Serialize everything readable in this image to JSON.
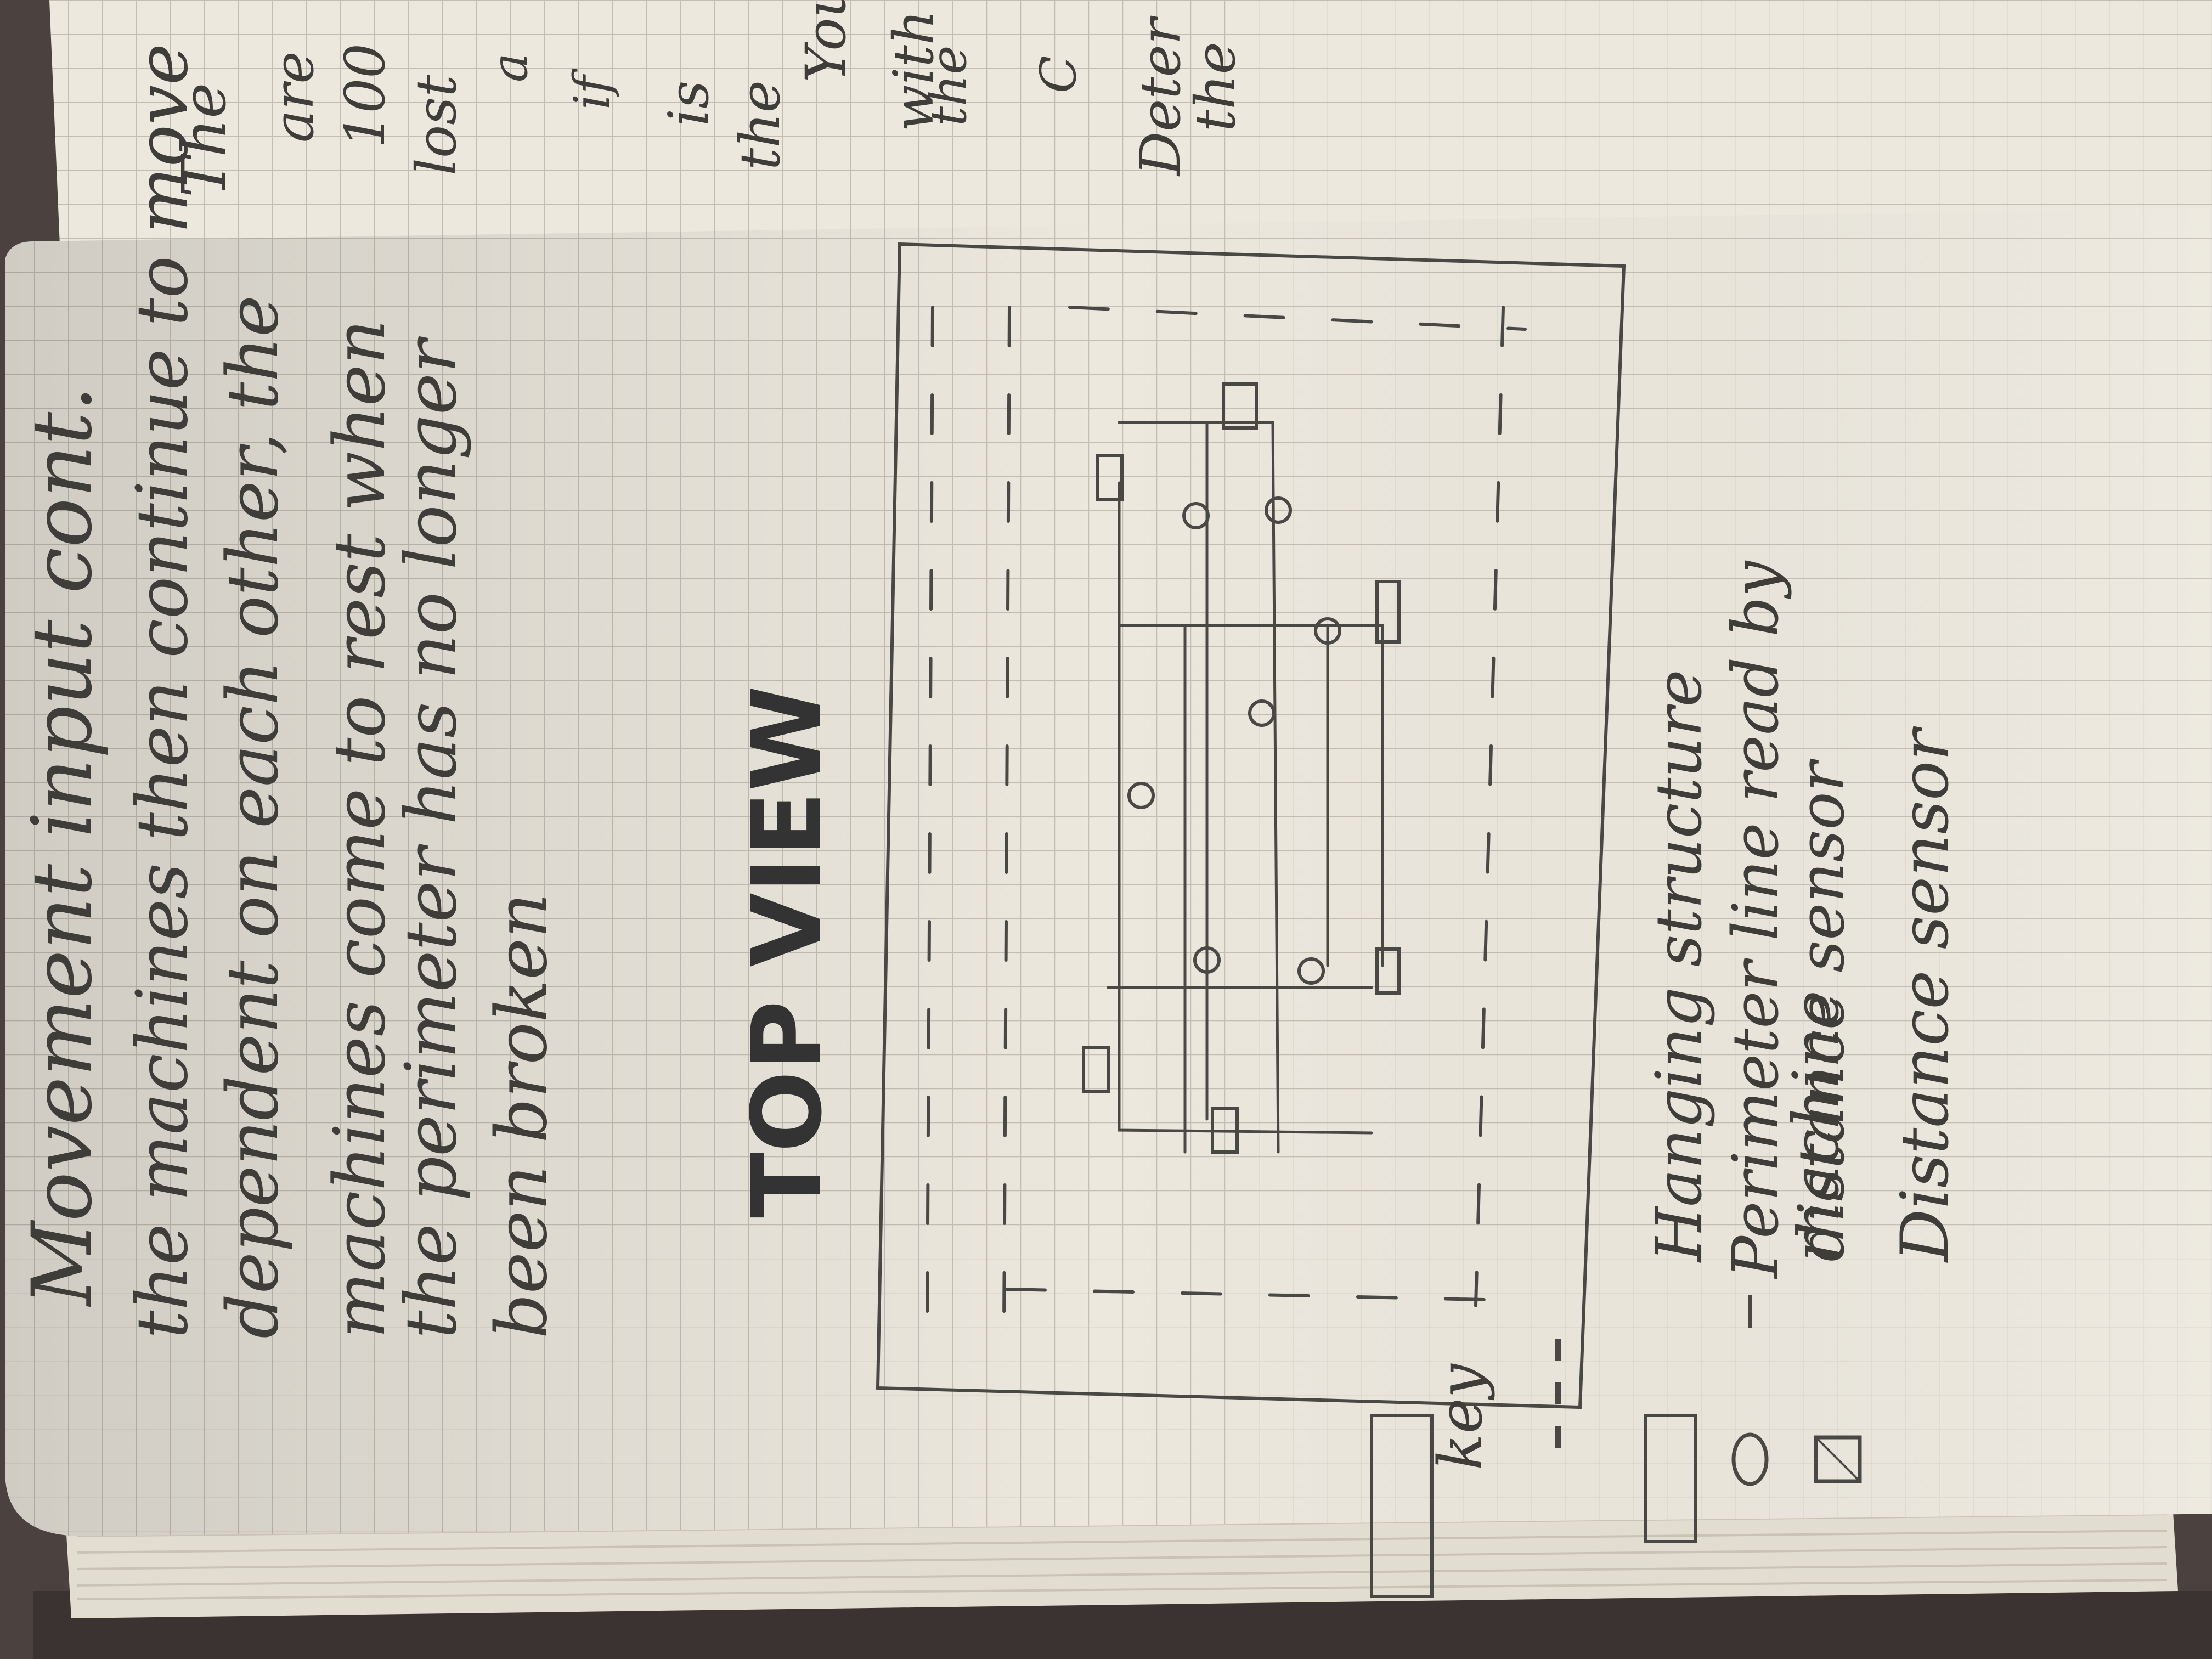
{
  "notebook": {
    "page_colors": {
      "paper": "#ece8de",
      "grid": "#bdb8ad",
      "pencil": "#4a4845",
      "edge": "#d8d3c6"
    }
  },
  "top_page": {
    "fragments": [
      "The",
      "are",
      "100",
      "lost",
      "a",
      "if",
      "is",
      "the",
      "You",
      "with",
      "the",
      "C",
      "Deter",
      "the"
    ]
  },
  "notes": {
    "heading": "Movement input cont.",
    "lines": [
      "the machines then continue to move",
      "dependent on each other, the",
      "machines come to rest when",
      "the perimeter has no longer",
      "been broken"
    ]
  },
  "diagram": {
    "label": "TOP VIEW"
  },
  "key": {
    "title": "key",
    "items": [
      {
        "symbol": "dashed-line",
        "label": "Perimeter line read by",
        "label2": "distance sensor"
      },
      {
        "symbol": "rectangle",
        "label": "Hanging structure"
      },
      {
        "symbol": "circle",
        "label": "machine"
      },
      {
        "symbol": "small-square",
        "label": "Distance sensor"
      }
    ]
  }
}
